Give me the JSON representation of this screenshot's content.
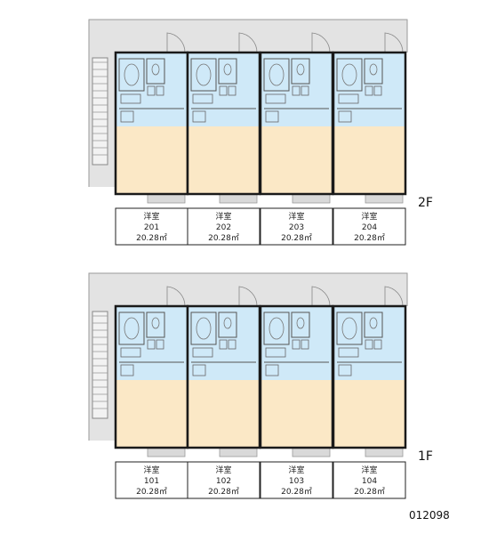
{
  "floors": [
    {
      "label": "2F",
      "units": [
        {
          "type": "洋室",
          "number": "201",
          "area": "20.28㎡"
        },
        {
          "type": "洋室",
          "number": "202",
          "area": "20.28㎡"
        },
        {
          "type": "洋室",
          "number": "203",
          "area": "20.28㎡"
        },
        {
          "type": "洋室",
          "number": "204",
          "area": "20.28㎡"
        }
      ]
    },
    {
      "label": "1F",
      "units": [
        {
          "type": "洋室",
          "number": "101",
          "area": "20.28㎡"
        },
        {
          "type": "洋室",
          "number": "102",
          "area": "20.28㎡"
        },
        {
          "type": "洋室",
          "number": "103",
          "area": "20.28㎡"
        },
        {
          "type": "洋室",
          "number": "104",
          "area": "20.28㎡"
        }
      ]
    }
  ],
  "property_code": "012098",
  "colors": {
    "room": "#fbe8c6",
    "wet_area": "#cfe9f8",
    "corridor": "#e3e3e3",
    "balcony": "#d9d9d9",
    "wall": "#1a1a1a"
  }
}
